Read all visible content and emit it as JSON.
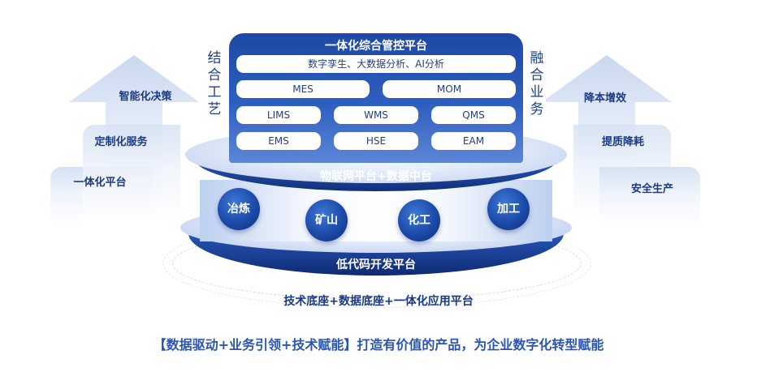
{
  "top_panel": {
    "title": "一体化综合管控平台",
    "analysis": "数字孪生、大数据分析、AI分析",
    "row1": [
      "MES",
      "MOM"
    ],
    "row2": [
      "LIMS",
      "WMS",
      "QMS"
    ],
    "row3": [
      "EMS",
      "HSE",
      "EAM"
    ]
  },
  "side_left_vertical": "结合工艺",
  "side_right_vertical": "融合业务",
  "left_blocks": [
    "智能化决策",
    "定制化服务",
    "一体化平台"
  ],
  "right_blocks": [
    "降本增效",
    "提质降耗",
    "安全生产"
  ],
  "cylinder": {
    "band_top": "物联网平台+数据中台",
    "circles": [
      "冶炼",
      "矿山",
      "化工",
      "加工"
    ],
    "band_bottom": "低代码开发平台"
  },
  "base_text": "技术底座+数据底座+一体化应用平台",
  "slogan": "【数据驱动+业务引领+技术赋能】打造有价值的产品，为企业数字化转型赋能",
  "colors": {
    "primary": "#1e48a6",
    "dark": "#0e2a72",
    "text": "#1b3a85"
  }
}
